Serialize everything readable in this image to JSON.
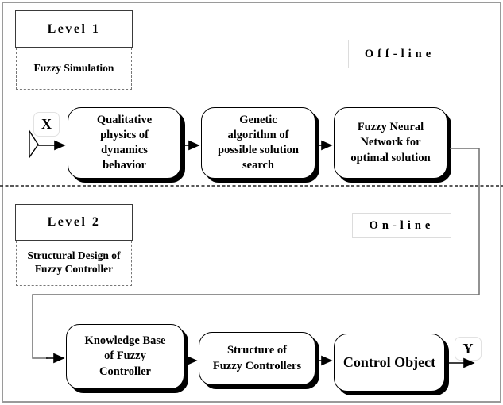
{
  "figure": {
    "io": {
      "input_label": "X",
      "output_label": "Y"
    },
    "level1": {
      "title": "Level 1",
      "subtitle": "Fuzzy Simulation",
      "mode_label": "Off-line"
    },
    "level2": {
      "title": "Level 2",
      "subtitle": "Structural Design of\nFuzzy Controller",
      "mode_label": "On-line"
    },
    "top_row": [
      {
        "label": "Qualitative\nphysics of\ndynamics\nbehavior"
      },
      {
        "label": "Genetic\nalgorithm of\npossible solution\nsearch"
      },
      {
        "label": "Fuzzy Neural\nNetwork for\noptimal solution"
      }
    ],
    "bottom_row": [
      {
        "label": "Knowledge Base\nof Fuzzy\nController"
      },
      {
        "label": "Structure of\nFuzzy Controllers"
      },
      {
        "label": "Control Object"
      }
    ],
    "colors": {
      "box_border": "#000000",
      "box_shadow": "#000000",
      "wire": "#6e6e6e",
      "outer_border": "#9a9a9a",
      "divider": "#222222"
    }
  }
}
